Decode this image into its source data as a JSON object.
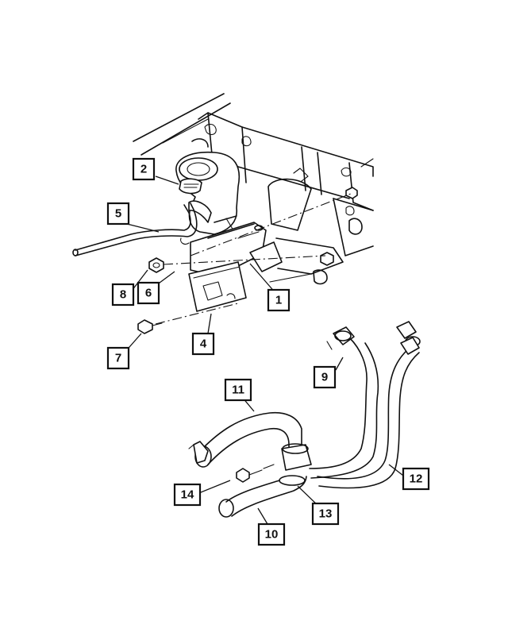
{
  "callouts": [
    {
      "id": "c1",
      "label": "1"
    },
    {
      "id": "c2",
      "label": "2"
    },
    {
      "id": "c4",
      "label": "4"
    },
    {
      "id": "c5",
      "label": "5"
    },
    {
      "id": "c6",
      "label": "6"
    },
    {
      "id": "c7",
      "label": "7"
    },
    {
      "id": "c8",
      "label": "8"
    },
    {
      "id": "c9",
      "label": "9"
    },
    {
      "id": "c10",
      "label": "10"
    },
    {
      "id": "c11",
      "label": "11"
    },
    {
      "id": "c12",
      "label": "12"
    },
    {
      "id": "c13",
      "label": "13"
    },
    {
      "id": "c14",
      "label": "14"
    }
  ]
}
